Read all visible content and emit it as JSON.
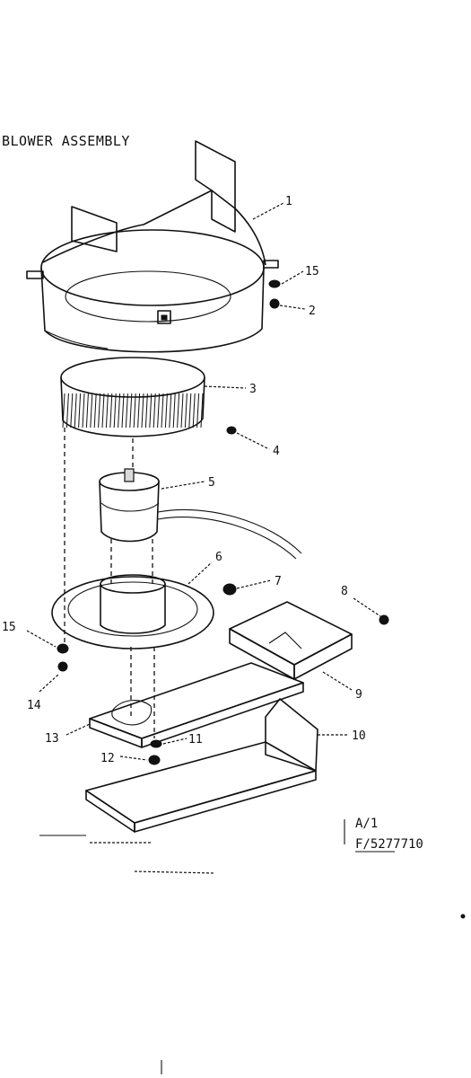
{
  "title": "BLOWER ASSEMBLY",
  "callouts": [
    "1",
    "15",
    "2",
    "3",
    "4",
    "5",
    "6",
    "7",
    "8",
    "9",
    "10",
    "11",
    "12",
    "13",
    "14",
    "15"
  ],
  "reference": {
    "line1": "A/1",
    "line2": "F/5277710"
  }
}
